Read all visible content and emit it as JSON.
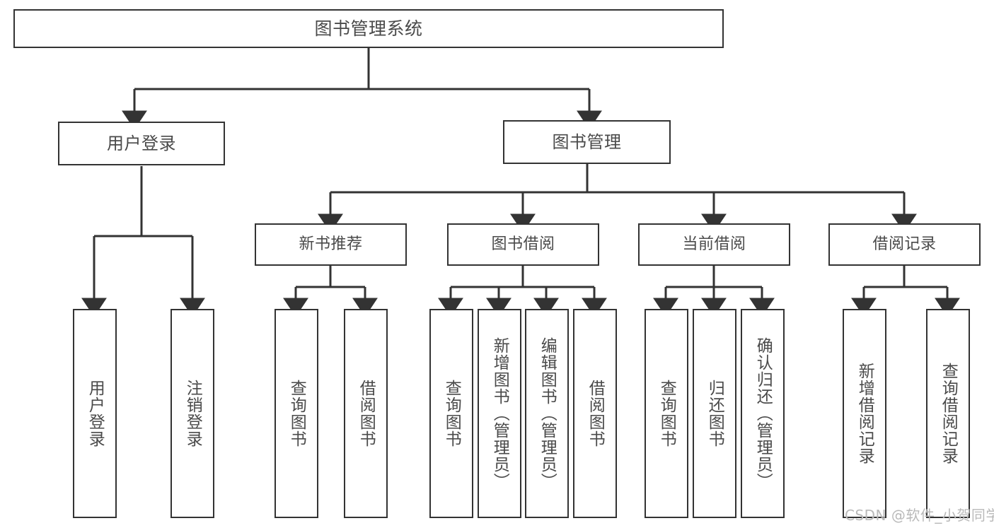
{
  "diagram": {
    "type": "tree-hierarchy",
    "title": "图书管理系统",
    "orientation": "top-down",
    "colors": {
      "stroke": "#333333",
      "fill": "#ffffff",
      "text": "#4a4a4a",
      "watermark": "#b9b9b9"
    },
    "nodes": {
      "root": {
        "label": "图书管理系统"
      },
      "level1": [
        {
          "id": "user-login",
          "label": "用户登录"
        },
        {
          "id": "book-manage",
          "label": "图书管理"
        }
      ],
      "level2": [
        {
          "id": "new-book-recommend",
          "label": "新书推荐"
        },
        {
          "id": "book-borrow",
          "label": "图书借阅"
        },
        {
          "id": "current-borrow",
          "label": "当前借阅"
        },
        {
          "id": "borrow-record",
          "label": "借阅记录"
        }
      ],
      "leaves": {
        "user-login": [
          {
            "id": "leaf-user-login",
            "label": "用户登录"
          },
          {
            "id": "leaf-logout-login",
            "label": "注销登录"
          }
        ],
        "new-book-recommend": [
          {
            "id": "leaf-query-book-1",
            "label": "查询图书"
          },
          {
            "id": "leaf-borrow-book-1",
            "label": "借阅图书"
          }
        ],
        "book-borrow": [
          {
            "id": "leaf-query-book-2",
            "label": "查询图书"
          },
          {
            "id": "leaf-add-book",
            "label": "新增图书（管理员）"
          },
          {
            "id": "leaf-edit-book",
            "label": "编辑图书（管理员）"
          },
          {
            "id": "leaf-borrow-book-2",
            "label": "借阅图书"
          }
        ],
        "current-borrow": [
          {
            "id": "leaf-query-book-3",
            "label": "查询图书"
          },
          {
            "id": "leaf-return-book",
            "label": "归还图书"
          },
          {
            "id": "leaf-confirm-return",
            "label": "确认归还（管理员）"
          }
        ],
        "borrow-record": [
          {
            "id": "leaf-add-record",
            "label": "新增借阅记录"
          },
          {
            "id": "leaf-query-record",
            "label": "查询借阅记录"
          }
        ]
      }
    },
    "watermark": "CSDN @软件_小贺同学"
  }
}
